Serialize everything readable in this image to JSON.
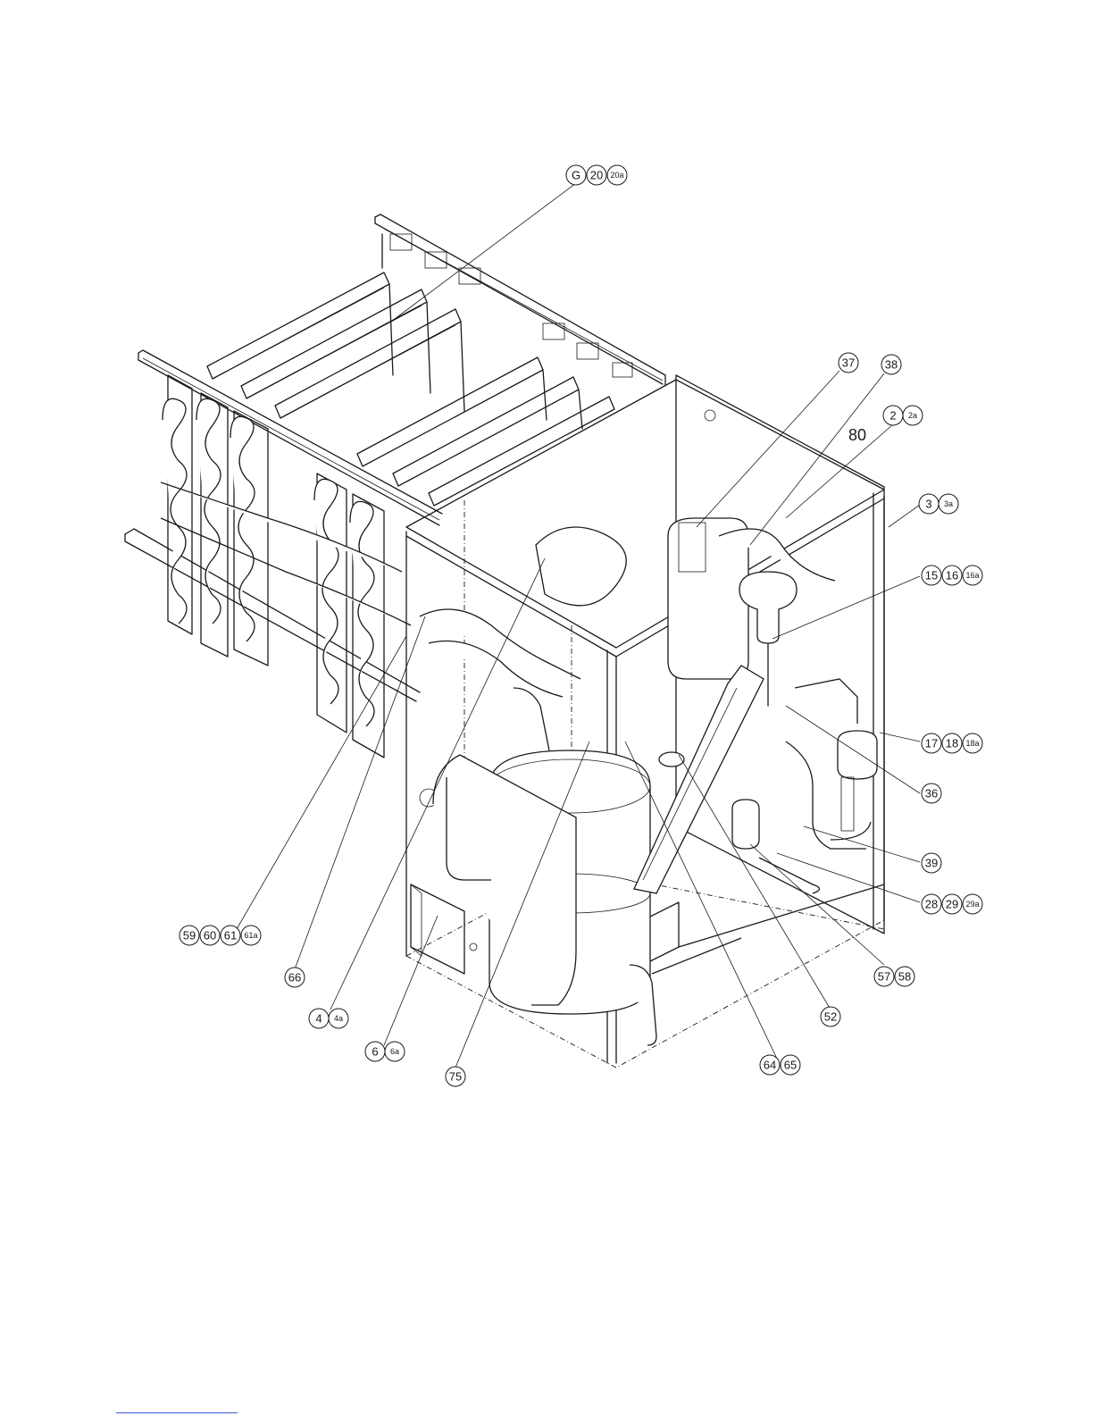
{
  "colors": {
    "ink": "#1a1a1a",
    "paper": "#ffffff",
    "footer_rule": "#3a5bd0"
  },
  "callouts": [
    {
      "id": "G-20-20a",
      "balloons": [
        "G",
        "20",
        "20a"
      ]
    },
    {
      "id": "37",
      "balloons": [
        "37"
      ]
    },
    {
      "id": "38",
      "balloons": [
        "38"
      ]
    },
    {
      "id": "2-2a",
      "balloons": [
        "2",
        "2a"
      ]
    },
    {
      "id": "80",
      "label": "80"
    },
    {
      "id": "3-3a",
      "balloons": [
        "3",
        "3a"
      ]
    },
    {
      "id": "15-16-16a",
      "balloons": [
        "15",
        "16",
        "16a"
      ]
    },
    {
      "id": "17-18-18a",
      "balloons": [
        "17",
        "18",
        "18a"
      ]
    },
    {
      "id": "36",
      "balloons": [
        "36"
      ]
    },
    {
      "id": "39",
      "balloons": [
        "39"
      ]
    },
    {
      "id": "28-29-29a",
      "balloons": [
        "28",
        "29",
        "29a"
      ]
    },
    {
      "id": "57-58",
      "balloons": [
        "57",
        "58"
      ]
    },
    {
      "id": "52",
      "balloons": [
        "52"
      ]
    },
    {
      "id": "64-65",
      "balloons": [
        "64",
        "65"
      ]
    },
    {
      "id": "75",
      "balloons": [
        "75"
      ]
    },
    {
      "id": "6-6a",
      "balloons": [
        "6",
        "6a"
      ]
    },
    {
      "id": "4-4a",
      "balloons": [
        "4",
        "4a"
      ]
    },
    {
      "id": "66",
      "balloons": [
        "66"
      ]
    },
    {
      "id": "59-60-61-61a",
      "balloons": [
        "59",
        "60",
        "61",
        "61a"
      ]
    }
  ]
}
